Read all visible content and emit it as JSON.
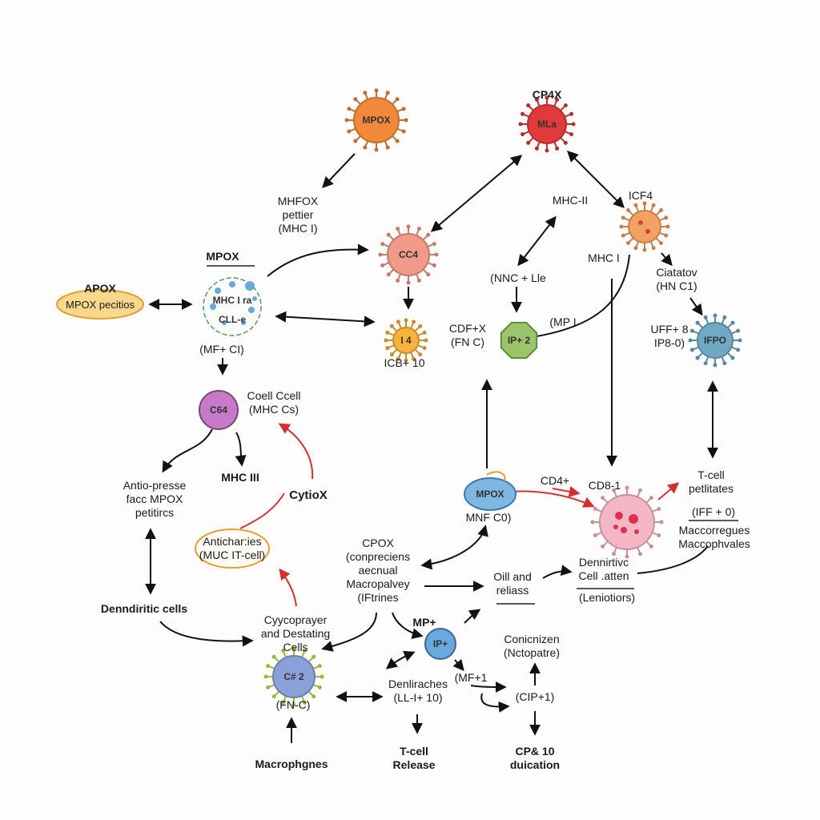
{
  "diagram": {
    "nodes": [
      {
        "id": "mpox-top",
        "text": "MPOX",
        "color": "#f08a3a",
        "kind": "virus"
      },
      {
        "id": "cp4x",
        "title": "CP4X",
        "text": "MLa",
        "color": "#e03a3a",
        "kind": "virus"
      },
      {
        "id": "icf4",
        "title": "ICF4",
        "text": "",
        "color": "#f4a060",
        "kind": "virus"
      },
      {
        "id": "cc4",
        "text": "CC4",
        "color": "#f29a8a",
        "kind": "virus"
      },
      {
        "id": "i4",
        "text": "I 4",
        "color": "#f6b23a",
        "kind": "virus"
      },
      {
        "id": "ip2",
        "text": "IP+ 2",
        "color": "#9cc46a",
        "kind": "octagon"
      },
      {
        "id": "ifpo",
        "text": "IFPO",
        "color": "#6fa9c4",
        "kind": "virus"
      },
      {
        "id": "mhc-cell",
        "title": "MPOX",
        "text": "MHC I ra",
        "text2": "CLL-e",
        "color": "#ffffff",
        "kind": "dotted"
      },
      {
        "id": "c64",
        "text": "C64",
        "color": "#c77ac8",
        "kind": "plain"
      },
      {
        "id": "mpox-mid",
        "text": "MPOX",
        "color": "#7eb7e0",
        "kind": "oval"
      },
      {
        "id": "cd8-big",
        "text": "",
        "color": "#f4b6c4",
        "kind": "virus"
      },
      {
        "id": "ip-small",
        "text": "IP+",
        "color": "#6aa8e0",
        "kind": "plain"
      },
      {
        "id": "c42",
        "text": "C# 2",
        "color": "#8aa0d8",
        "kind": "virus"
      }
    ],
    "labels": {
      "apox_title": "APOX",
      "apox_body": "MPOX pecitios",
      "mhfox": [
        "MHFOX",
        "pettier",
        "(MHC I)"
      ],
      "mhc_ii": "MHC-II",
      "mhc_i": "MHC I",
      "nnc_lie": "(NNC + Lle",
      "cdf_x": [
        "CDF+X",
        "(FN C)"
      ],
      "mp1": "(MP I",
      "icb10": "ICB+ 10",
      "ciatatov": [
        "Ciatatov",
        "(HN C1)"
      ],
      "uff8": [
        "UFF+ 8",
        "IP8-0)"
      ],
      "mf_ci": "(MF+ CI)",
      "coell": [
        "Coell Ccell",
        "(MHC Cs)"
      ],
      "mhc_iii": "MHC III",
      "antio": [
        "Antio-presse",
        "facc MPOX",
        "petitircs"
      ],
      "cytiox": "CytioX",
      "antichar": [
        "Antichar:ies",
        "(MUC IT-cell)"
      ],
      "dendritic": "Denndiritic cells",
      "cycop": [
        "Cyycoprayer",
        "and Destating",
        "Cells"
      ],
      "mnf_co": "MNF C0)",
      "cd4plus": "CD4+",
      "cd8_1": "CD8-1",
      "tcell_pet": [
        "T-cell",
        "petlitates"
      ],
      "iff0": "(IFF + 0)",
      "maccor": [
        "Maccorregues",
        "Maccophvales"
      ],
      "cpox": [
        "CPOX",
        "(conpreciens",
        "aecnual",
        "Macropalvey",
        "(IFtrines"
      ],
      "oill": [
        "Oill and",
        "reliass"
      ],
      "denn_cell": [
        "Dennirtivc",
        "Cell .atten"
      ],
      "lenio": "(Leniotiors)",
      "mp_plus": "MP+",
      "conic": [
        "Conicnizen",
        "(Nctopatre)"
      ],
      "fn_c": "(FN-C)",
      "denlir": [
        "Denliraches",
        "(LL-I+ 10)"
      ],
      "mf1": "(MF+1",
      "cip1": "(CIP+1)",
      "macroph": "Macrophgnes",
      "tcell_rel": [
        "T-cell",
        "Release"
      ],
      "cp10": [
        "CP& 10",
        "duication"
      ]
    }
  }
}
